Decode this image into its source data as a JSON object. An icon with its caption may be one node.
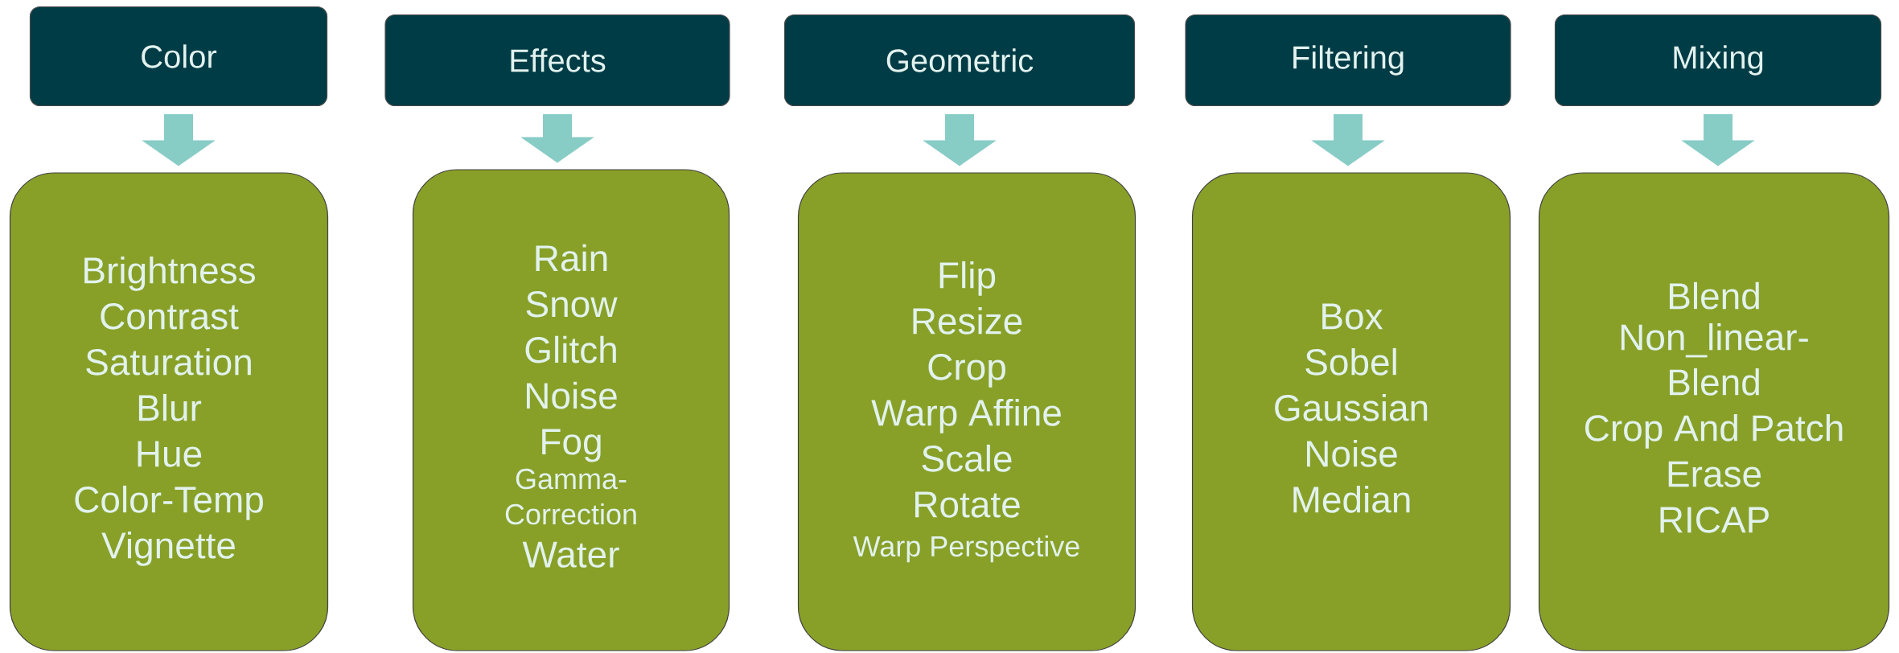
{
  "diagram": {
    "nodes": [
      {
        "text": [
          "Color"
        ]
      },
      {
        "text": [
          "Brightness",
          "Contrast",
          "Saturation",
          "Blur",
          "Hue",
          "Color-Temp",
          "Vignette"
        ]
      },
      {
        "text": [
          "Effects"
        ]
      },
      {
        "text": [
          "Rain",
          "Snow",
          "Glitch",
          "Noise",
          "Fog",
          "Gamma-Correction",
          "Water"
        ]
      },
      {
        "text": [
          "Geometric"
        ]
      },
      {
        "text": [
          "Flip",
          "Resize",
          "Crop",
          "Warp Affine",
          "Scale",
          "Rotate",
          "Warp Perspective"
        ]
      },
      {
        "text": [
          "Filtering"
        ]
      },
      {
        "text": [
          "Box",
          "Sobel",
          "Gaussian",
          "Noise",
          "Median"
        ]
      },
      {
        "text": [
          "Mixing"
        ]
      },
      {
        "text": [
          "Blend",
          "Non_linear-Blend",
          "Crop And Patch",
          "Erase",
          "RICAP"
        ]
      }
    ],
    "edges": [
      {
        "from": 0,
        "to": 1,
        "arrow": "to"
      },
      {
        "from": 2,
        "to": 3,
        "arrow": "to"
      },
      {
        "from": 4,
        "to": 5,
        "arrow": "to"
      },
      {
        "from": 6,
        "to": 7,
        "arrow": "to"
      },
      {
        "from": 8,
        "to": 9,
        "arrow": "to"
      }
    ]
  }
}
